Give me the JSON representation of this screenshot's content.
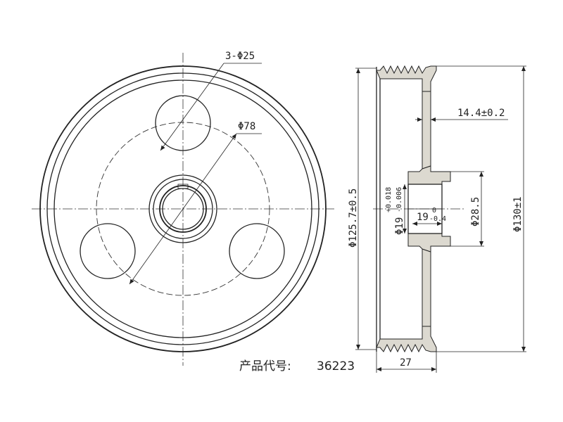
{
  "labels": {
    "holes": "3-Φ25",
    "pitch_circle": "Φ78",
    "groove_width": "14.4±0.2",
    "bore_dia": "Φ19",
    "bore_tol_upper": "+0.018",
    "bore_tol_lower": "-0.006",
    "hub_length": "19",
    "hub_tol_upper": "0",
    "hub_tol_lower": "-0.4",
    "hub_outer": "Φ28.5",
    "effective_dia": "Φ125.7±0.5",
    "outer_dia": "Φ130±1",
    "width": "27"
  },
  "product": {
    "code_label": "产品代号:",
    "code_value": "36223"
  }
}
